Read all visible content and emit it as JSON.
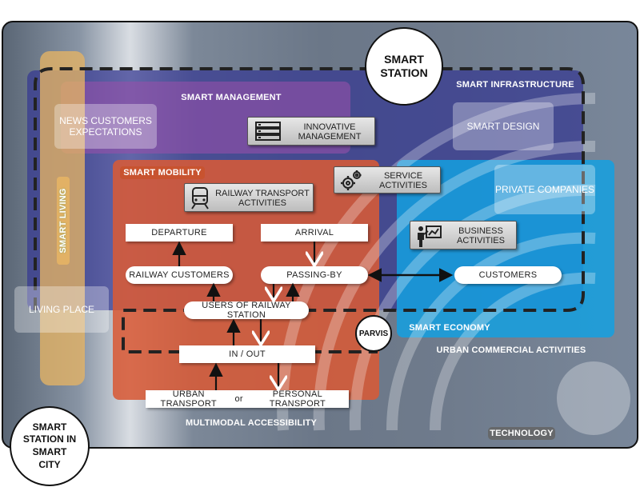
{
  "title": "SMART STATION",
  "corner_title": "SMART STATION IN SMART CITY",
  "regions": {
    "infrastructure": "SMART INFRASTRUCTURE",
    "management": "SMART MANAGEMENT",
    "living": "SMART LIVING",
    "mobility": "SMART MOBILITY",
    "economy": "SMART ECONOMY",
    "technology": "TECHNOLOGY"
  },
  "captions": {
    "multimodal": "MULTIMODAL ACCESSIBILITY",
    "urban_commercial": "URBAN COMMERCIAL ACTIVITIES",
    "parvis": "PARVIS"
  },
  "translucent": {
    "news_customers": "NEWS CUSTOMERS EXPECTATIONS",
    "smart_design": "SMART DESIGN",
    "private_companies": "PRIVATE COMPANIES",
    "living_place": "LIVING PLACE"
  },
  "activities": {
    "innovative_management": "INNOVATIVE MANAGEMENT",
    "service_activities": "SERVICE ACTIVITIES",
    "railway_transport": "RAILWAY TRANSPORT ACTIVITIES",
    "business_activities": "BUSINESS ACTIVITIES"
  },
  "flow": {
    "departure": "DEPARTURE",
    "arrival": "ARRIVAL",
    "railway_customers": "RAILWAY CUSTOMERS",
    "passing_by": "PASSING-BY",
    "customers": "CUSTOMERS",
    "users": "USERS OF RAILWAY STATION",
    "in_out": "IN / OUT",
    "urban_transport": "URBAN TRANSPORT",
    "or": "or",
    "personal_transport": "PERSONAL TRANSPORT"
  },
  "colors": {
    "infrastructure": "#3c3f8f",
    "management": "#8a4a9a",
    "living": "#e0b060",
    "mobility": "#c8532f",
    "economy": "#1a9ad6"
  }
}
